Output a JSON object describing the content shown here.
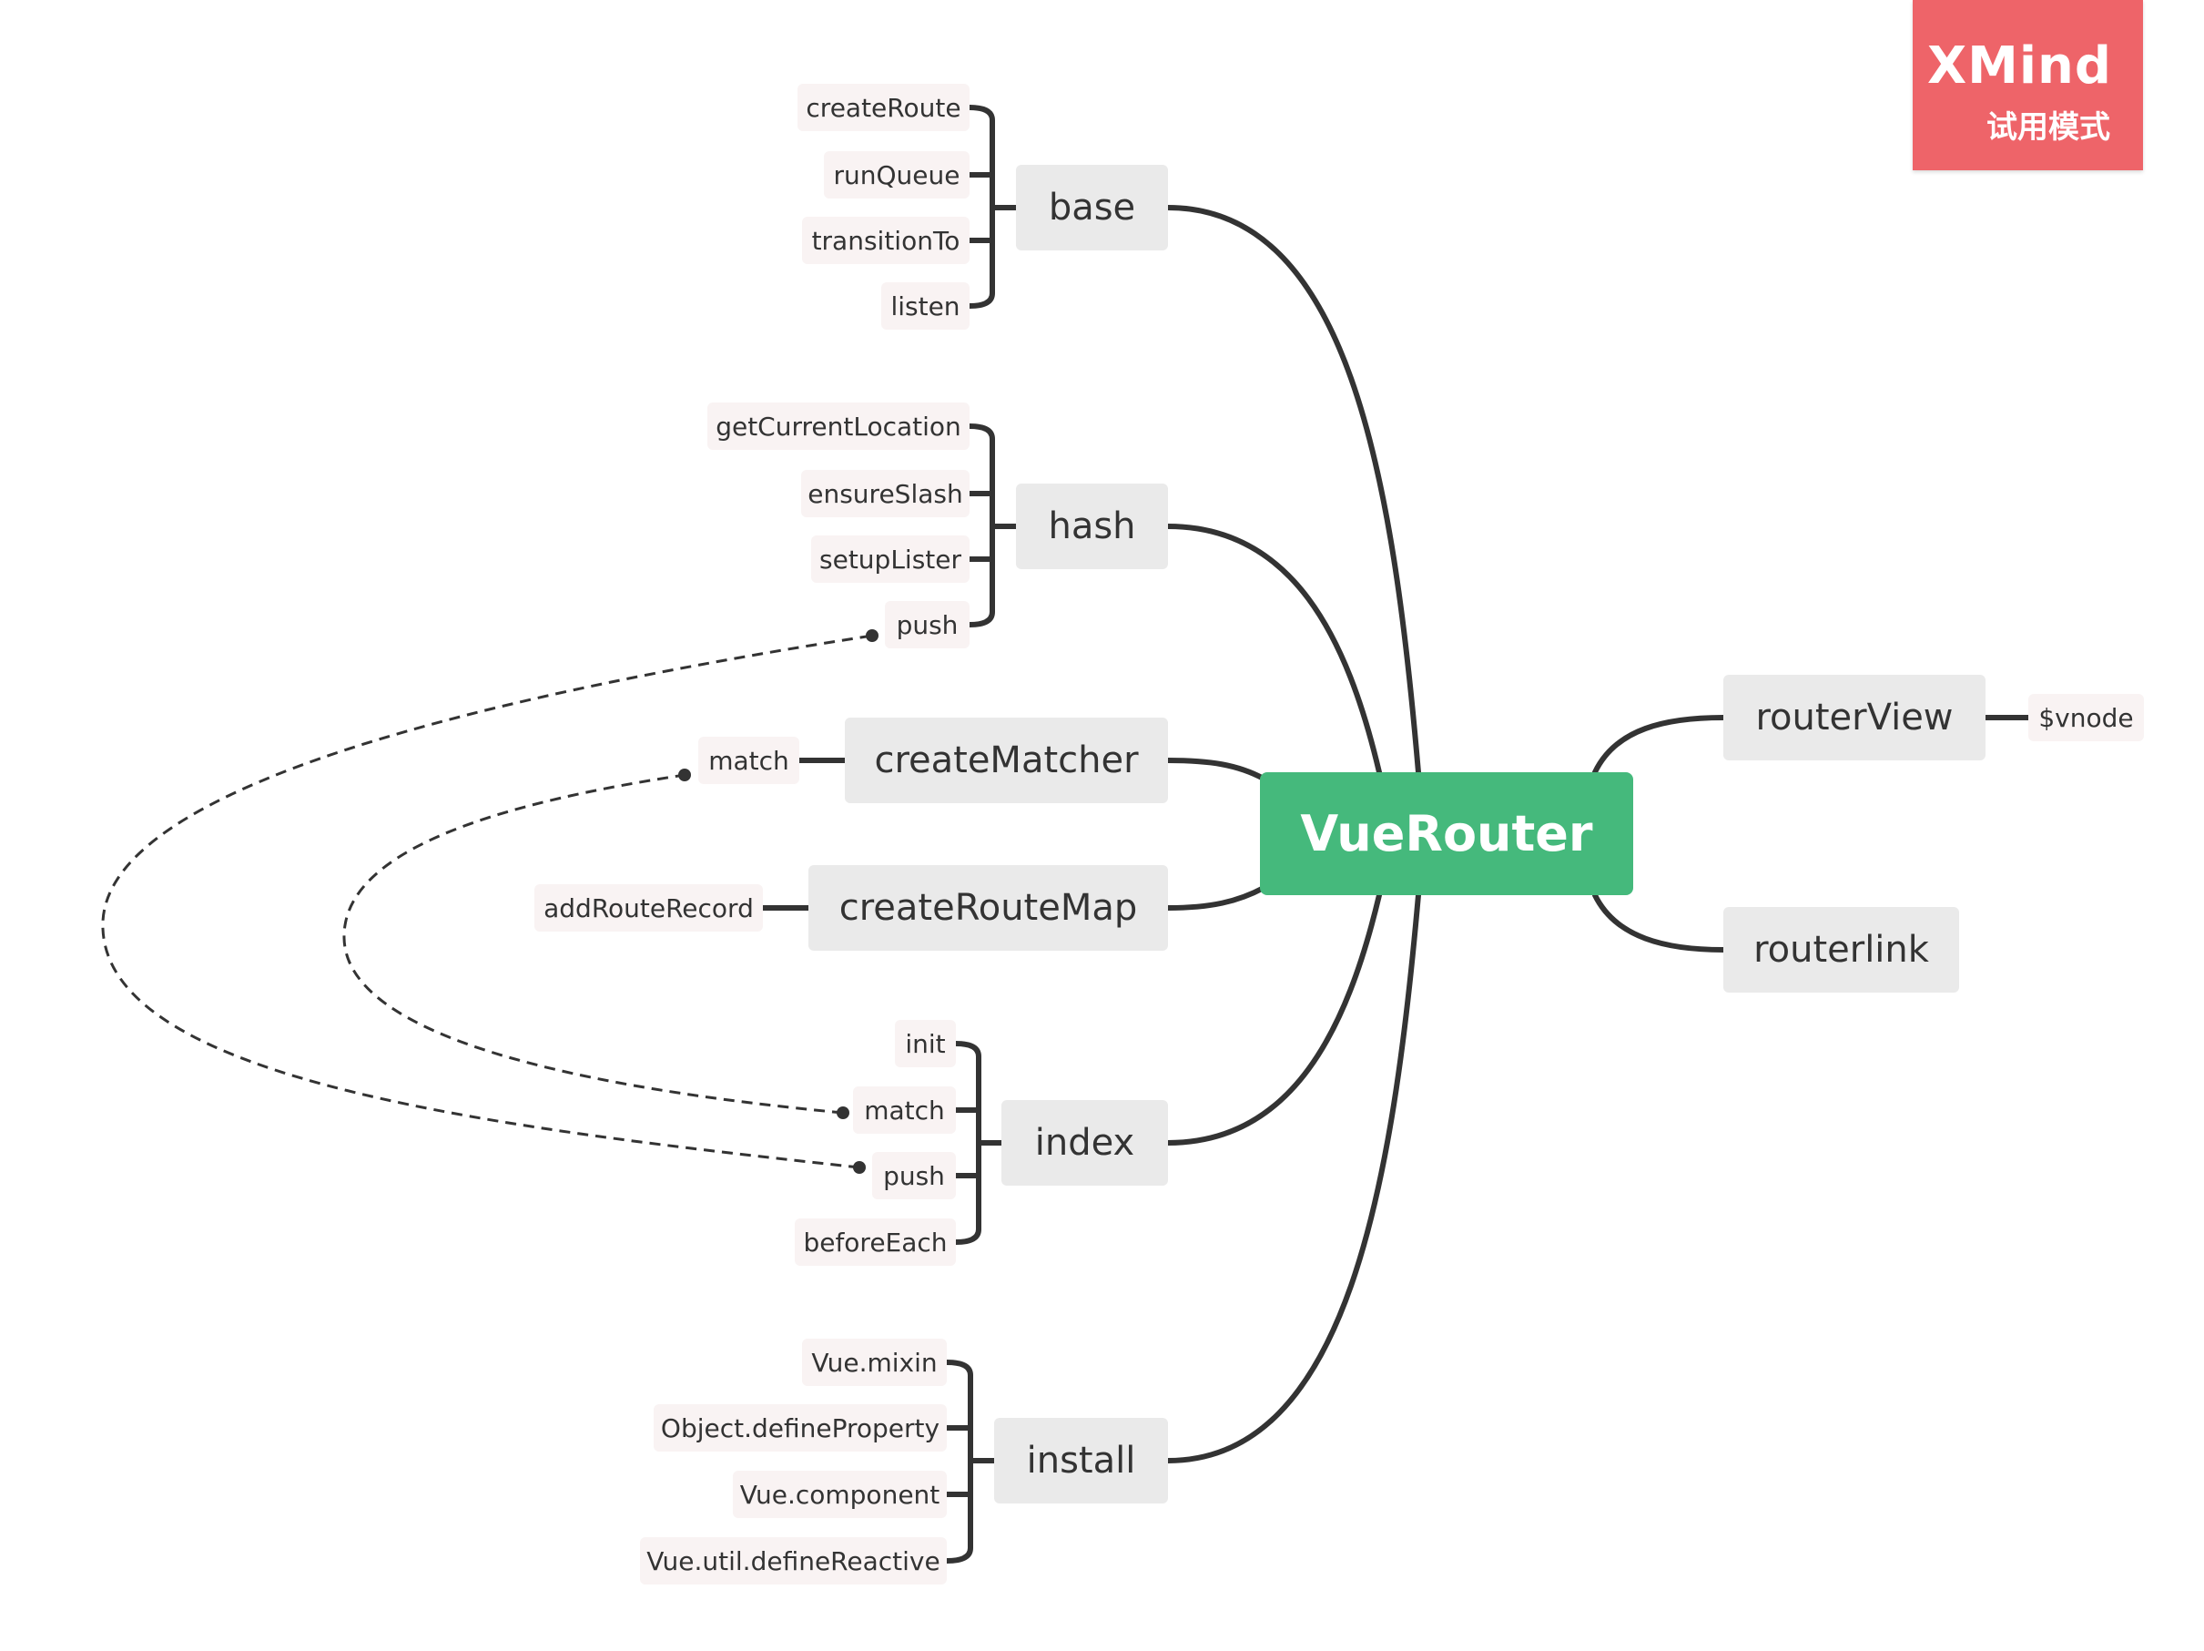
{
  "watermark": {
    "brand": "XMind",
    "mode": "试用模式"
  },
  "colors": {
    "central": "#45b97c",
    "topic": "#eaeaea",
    "subtopic": "#f9f3f3",
    "line": "#333333",
    "watermark": "#ee6469"
  },
  "central": "VueRouter",
  "branches": {
    "base": {
      "label": "base",
      "children": [
        "createRoute",
        "runQueue",
        "transitionTo",
        "listen"
      ]
    },
    "hash": {
      "label": "hash",
      "children": [
        "getCurrentLocation",
        "ensureSlash",
        "setupLister",
        "push"
      ]
    },
    "createMatcher": {
      "label": "createMatcher",
      "children": [
        "match"
      ]
    },
    "createRouteMap": {
      "label": "createRouteMap",
      "children": [
        "addRouteRecord"
      ]
    },
    "index": {
      "label": "index",
      "children": [
        "init",
        "match",
        "push",
        "beforeEach"
      ]
    },
    "install": {
      "label": "install",
      "children": [
        "Vue.mixin",
        "Object.defineProperty",
        "Vue.component",
        "Vue.util.defineReactive"
      ]
    },
    "routerView": {
      "label": "routerView",
      "children": [
        "$vnode"
      ]
    },
    "routerlink": {
      "label": "routerlink",
      "children": []
    }
  },
  "relationships": [
    {
      "from": "index.push",
      "to": "hash.push"
    },
    {
      "from": "index.match",
      "to": "createMatcher.match"
    }
  ]
}
